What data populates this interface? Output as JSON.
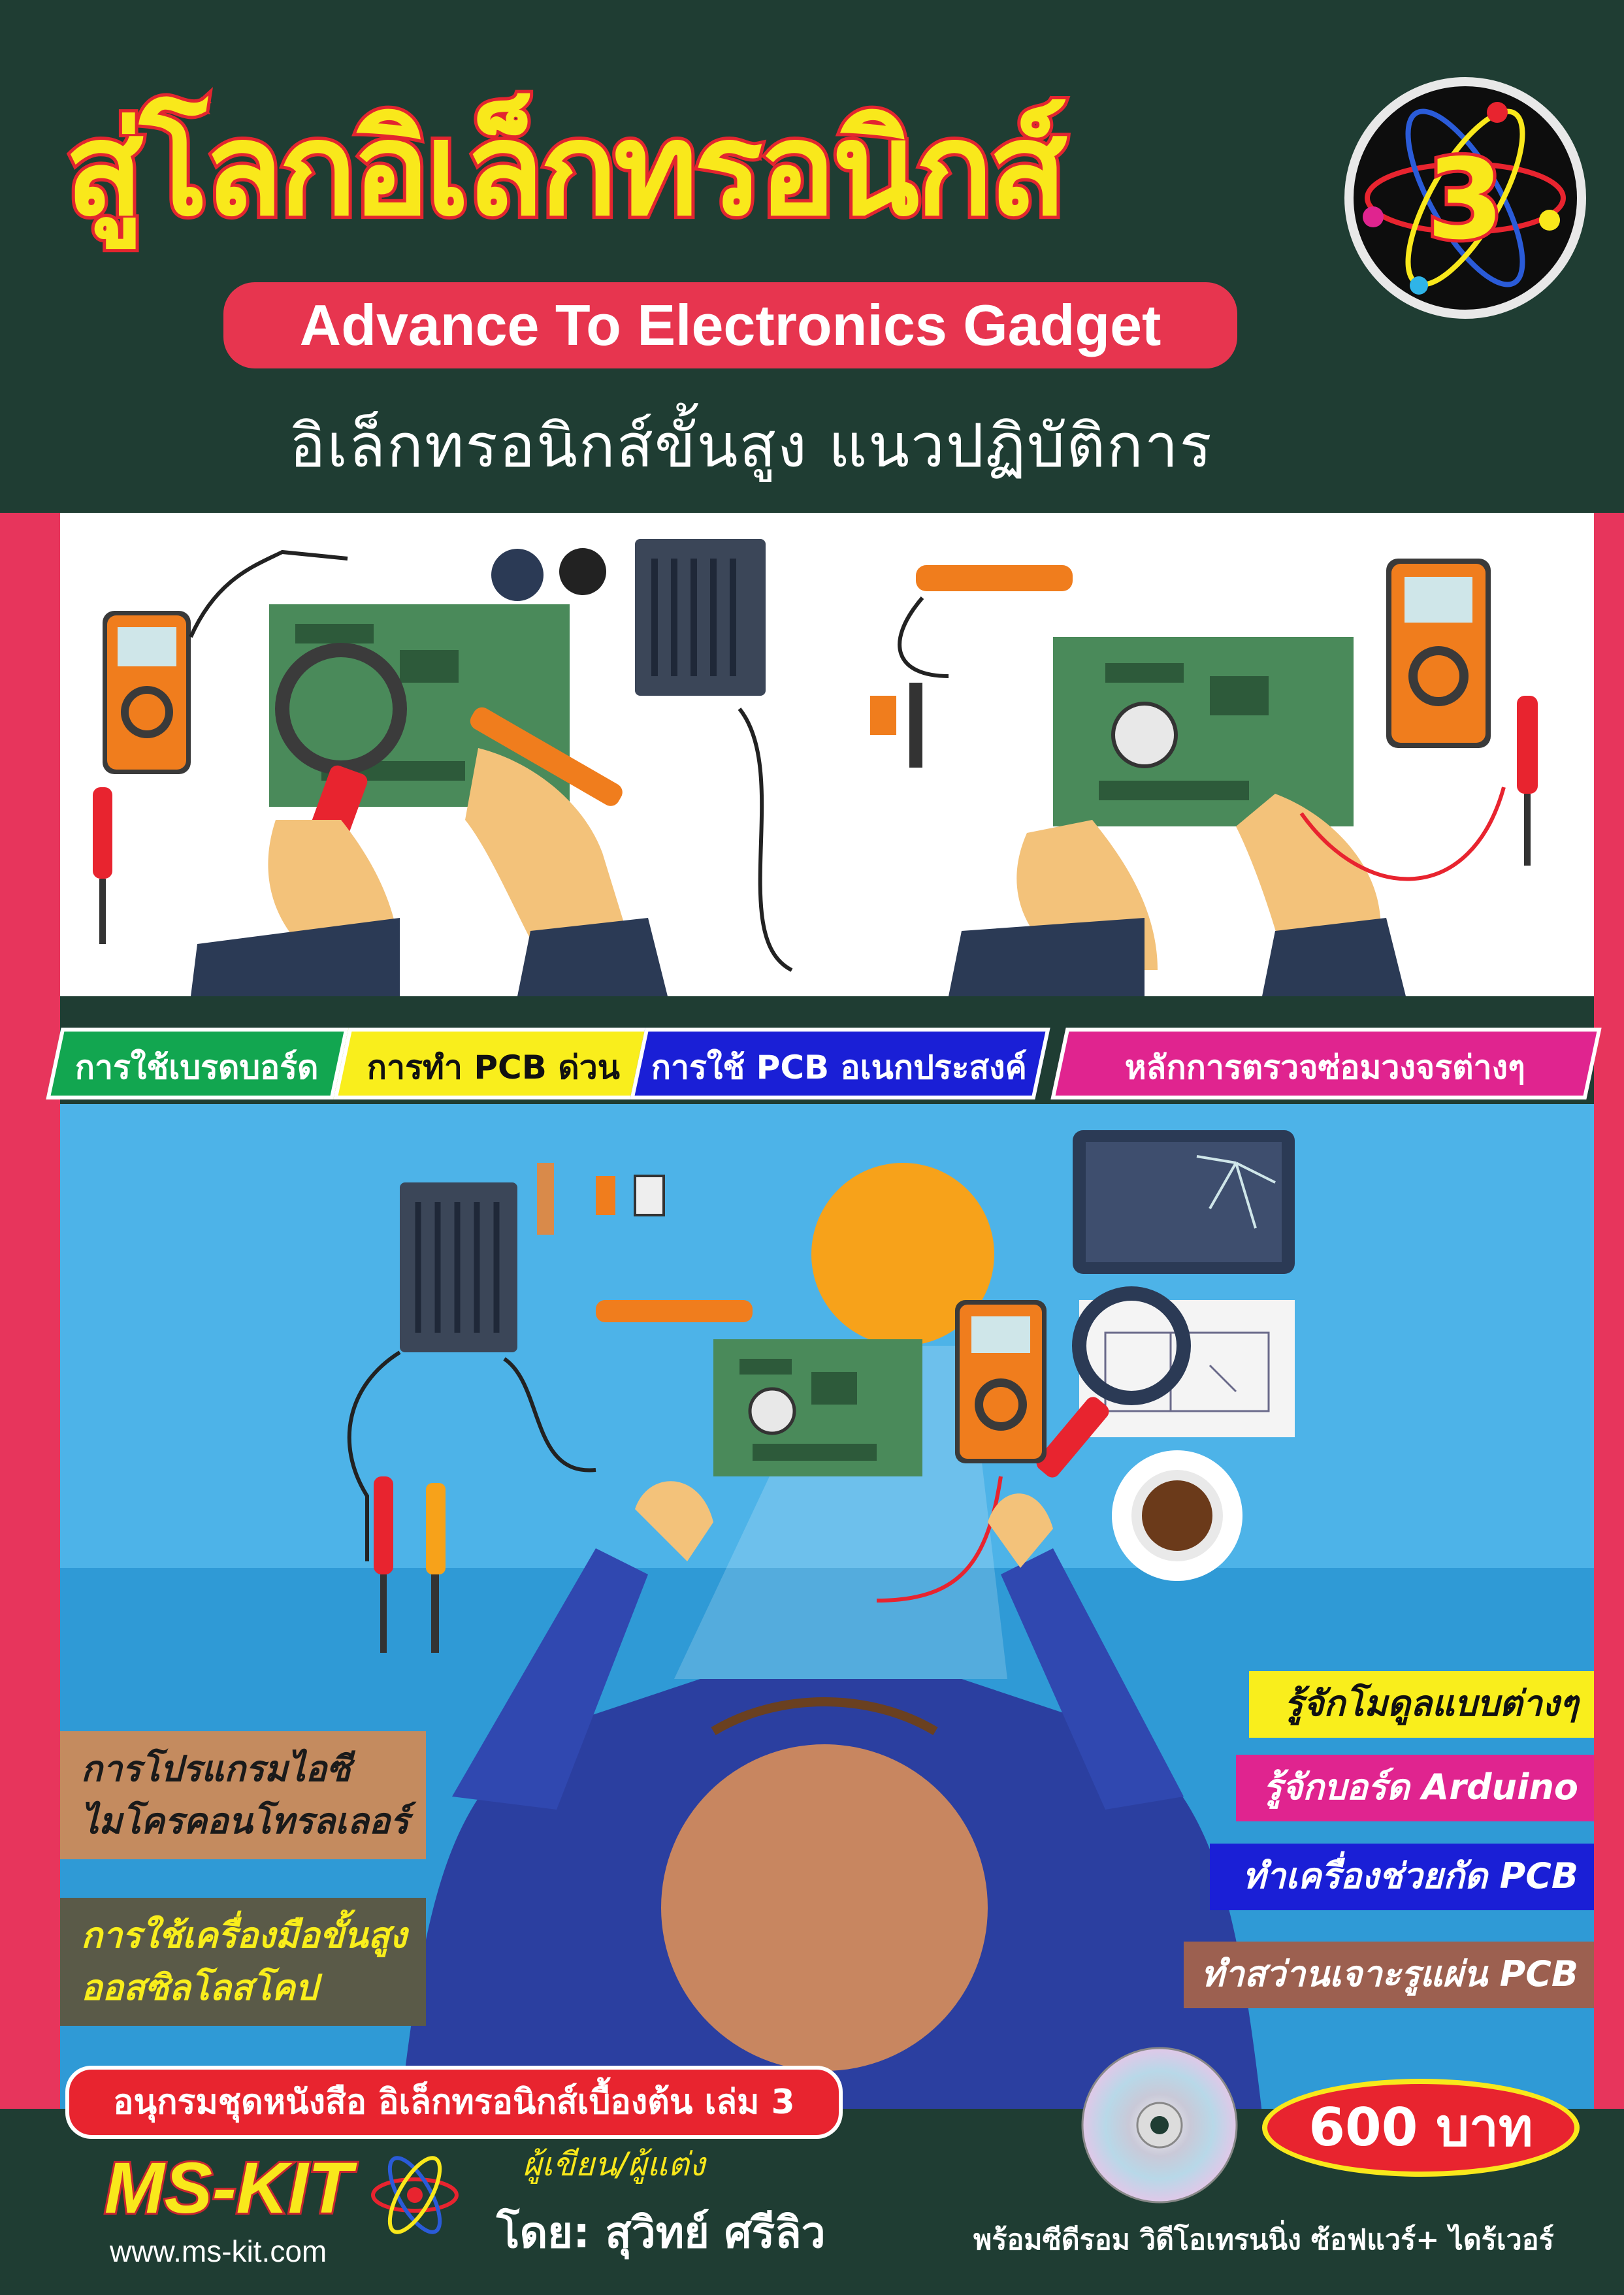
{
  "header": {
    "title_th": "สู่โลกอิเล็กทรอนิกส์",
    "volume_number": "3",
    "subtitle_en": "Advance To Electronics Gadget",
    "subtitle_th": "อิเล็กทรอนิกส์ขั้นสูง แนวปฏิบัติการ"
  },
  "topic_chips": [
    {
      "label": "การใช้เบรดบอร์ด",
      "color": "#12a650",
      "text_color": "#ffffff"
    },
    {
      "label": "การทำ PCB ด่วน",
      "color": "#f9ee1c",
      "text_color": "#111111"
    },
    {
      "label": "การใช้ PCB อเนกประสงค์",
      "color": "#1a1fd6",
      "text_color": "#ffffff"
    },
    {
      "label": "หลักการตรวจซ่อมวงจรต่างๆ",
      "color": "#e0248f",
      "text_color": "#ffffff"
    }
  ],
  "left_labels": [
    {
      "lines": [
        "การโปรแกรมไอซี",
        "ไมโครคอนโทรลเลอร์"
      ],
      "color": "#c48b5f",
      "text_color": "#1a1a1a"
    },
    {
      "lines": [
        "การใช้เครื่องมือขั้นสูง",
        "ออสซิลโลสโคป"
      ],
      "color": "#5a5a48",
      "text_color": "#f9ee1c"
    }
  ],
  "right_labels": [
    {
      "label": "รู้จักโมดูลแบบต่างๆ",
      "color": "#f9ee1c",
      "text_color": "#111111"
    },
    {
      "label": "รู้จักบอร์ด Arduino",
      "color": "#e0248f",
      "text_color": "#ffffff"
    },
    {
      "label": "ทำเครื่องช่วยกัด PCB",
      "color": "#1a1fd6",
      "text_color": "#ffffff"
    },
    {
      "label": "ทำสว่านเจาะรูแผ่น PCB",
      "color": "#9c6050",
      "text_color": "#ffffff"
    }
  ],
  "footer": {
    "series": "อนุกรมชุดหนังสือ อิเล็กทรอนิกส์เบื้องต้น เล่ม 3",
    "price": "600 บาท",
    "brand": "MS-KIT",
    "website": "www.ms-kit.com",
    "author_role": "ผู้เขียน/ผู้แต่ง",
    "author": "โดย: สุวิทย์ ศรีลิว",
    "cd_note": "พร้อมซีดีรอม วิดีโอเทรนนิ่ง ซ้อฟแวร์+ ไดร้เวอร์"
  },
  "colors": {
    "background": "#1f3d33",
    "accent_red": "#e8242f",
    "accent_yellow": "#f9e81b",
    "stripe_pink": "#e7355c",
    "scene_blue": "#4db3e8"
  }
}
